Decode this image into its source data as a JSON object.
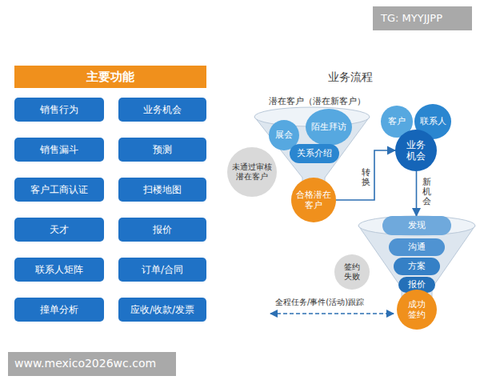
{
  "diagram": {
    "title": "业务流程",
    "nodes": [
      {
        "text": [
          "主要功能"
        ]
      },
      {
        "text": [
          "销售行为"
        ]
      },
      {
        "text": [
          "业务机会"
        ]
      },
      {
        "text": [
          "销售漏斗"
        ]
      },
      {
        "text": [
          "预测"
        ]
      },
      {
        "text": [
          "客户工商认证"
        ]
      },
      {
        "text": [
          "扫楼地图"
        ]
      },
      {
        "text": [
          "天才"
        ]
      },
      {
        "text": [
          "报价"
        ]
      },
      {
        "text": [
          "联系人矩阵"
        ]
      },
      {
        "text": [
          "订单/合同"
        ]
      },
      {
        "text": [
          "撞单分析"
        ]
      },
      {
        "text": [
          "应收/收款/发票"
        ]
      },
      {
        "text": [
          "展会"
        ]
      },
      {
        "text": [
          "陌生拜访"
        ]
      },
      {
        "text": [
          "关系介绍"
        ]
      },
      {
        "text": [
          "未通过审核潜在客户"
        ]
      },
      {
        "text": [
          "合格潜在客户"
        ]
      },
      {
        "text": [
          "客户"
        ]
      },
      {
        "text": [
          "联系人"
        ]
      },
      {
        "text": [
          "业务机会"
        ]
      },
      {
        "text": [
          "发现"
        ]
      },
      {
        "text": [
          "沟通"
        ]
      },
      {
        "text": [
          "方案"
        ]
      },
      {
        "text": [
          "报价"
        ]
      },
      {
        "text": [
          "签约失败"
        ]
      },
      {
        "text": [
          "成功签约"
        ]
      }
    ],
    "edges": [
      {
        "from": 17,
        "to": 20,
        "label": "转换",
        "arrow": "to"
      },
      {
        "from": 20,
        "to": 21,
        "label": "新机会",
        "arrow": "to"
      }
    ],
    "labels": [
      "潜在客户（潜在新客户）",
      "全程任务/事件(活动)跟踪",
      "TG: MYYJJPP",
      "www.mexico2026wc.com"
    ]
  }
}
